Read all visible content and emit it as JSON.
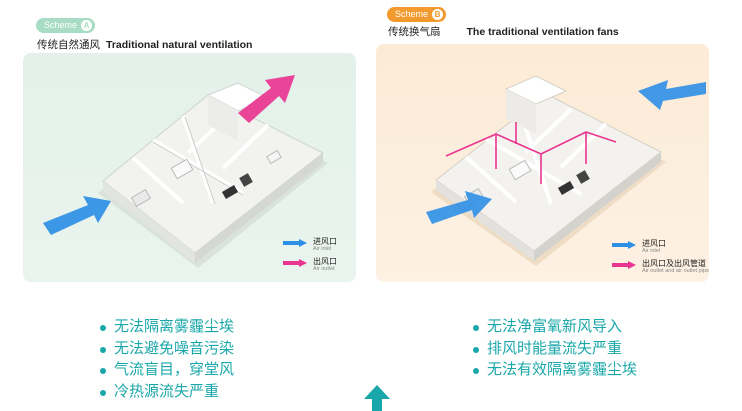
{
  "colors": {
    "scheme_a": "#a7d9c0",
    "scheme_b": "#f39a2e",
    "inlet_arrow": "#2d8fe6",
    "outlet_arrow": "#e9358f",
    "bullet_text": "#1aa7a9",
    "panel_a_bg": "#e5f2eb",
    "panel_b_bg": "#fcecd8"
  },
  "scheme_a": {
    "badge": "Scheme",
    "badge_letter": "A",
    "title_zh": "传统自然通风",
    "title_en": "Traditional natural ventilation",
    "legend": [
      {
        "zh": "进风口",
        "en": "Air inlet",
        "icon": "blue-arrow-icon"
      },
      {
        "zh": "出风口",
        "en": "Air outlet",
        "icon": "pink-arrow-icon"
      }
    ],
    "bullets": [
      "无法隔离雾霾尘埃",
      "无法避免噪音污染",
      "气流盲目，穿堂风",
      "冷热源流失严重"
    ]
  },
  "scheme_b": {
    "badge": "Scheme",
    "badge_letter": "B",
    "title_zh": "传统换气扇",
    "title_en": "The traditional ventilation fans",
    "legend": [
      {
        "zh": "进风口",
        "en": "Air inlet",
        "icon": "blue-arrow-icon"
      },
      {
        "zh": "出风口及出风管道",
        "en": "Air outlet and air outlet pipe",
        "icon": "pink-arrow-icon"
      }
    ],
    "bullets": [
      "无法净富氧新风导入",
      "排风时能量流失严重",
      "无法有效隔离雾霾尘埃"
    ]
  }
}
